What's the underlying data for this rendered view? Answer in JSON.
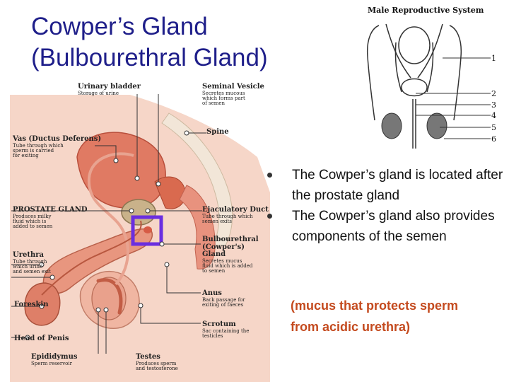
{
  "slide": {
    "title_line1": "Cowper’s Gland",
    "title_line2": "(Bulbourethral Gland)"
  },
  "diagram": {
    "labels": {
      "urinary_bladder": {
        "heading": "Urinary bladder",
        "desc": "Storage of urine"
      },
      "seminal_vesicle": {
        "heading": "Seminal Vesicle",
        "desc1": "Secretes mucous",
        "desc2": "which forms part",
        "desc3": "of semen"
      },
      "spine": {
        "heading": "Spine"
      },
      "vas_deferens": {
        "heading": "Vas (Ductus Deferens)",
        "desc1": "Tube through which",
        "desc2": "sperm is carried",
        "desc3": "for exiting"
      },
      "prostate_gland": {
        "heading": "PROSTATE GLAND",
        "desc1": "Produces milky",
        "desc2": "fluid which is",
        "desc3": "added to semen"
      },
      "ejaculatory_duct": {
        "heading": "Ejaculatory Duct",
        "desc1": "Tube through which",
        "desc2": "semen exits"
      },
      "bulbourethral": {
        "heading1": "Bulbourethral",
        "heading2": "(Cowper's) Gland",
        "desc1": "Secretes mucus",
        "desc2": "fluid which is added",
        "desc3": "to semen"
      },
      "urethra": {
        "heading": "Urethra",
        "desc1": "Tube through",
        "desc2": "which urine",
        "desc3": "and semen exit"
      },
      "anus": {
        "heading": "Anus",
        "desc1": "Back passage for",
        "desc2": "exiting of faeces"
      },
      "foreskin": {
        "heading": "Foreskin"
      },
      "scrotum": {
        "heading": "Scrotum",
        "desc1": "Sac containing the",
        "desc2": "testicles"
      },
      "head_of_penis": {
        "heading": "Head of Penis"
      },
      "epididymus": {
        "heading": "Epididymus",
        "desc": "Sperm reservoir"
      },
      "testes": {
        "heading": "Testes",
        "desc1": "Produces sperm",
        "desc2": "and testosterone"
      }
    }
  },
  "system_diagram": {
    "title": "Male Reproductive System",
    "numbers": [
      "1",
      "2",
      "3",
      "4",
      "5",
      "6"
    ]
  },
  "bullets": [
    "The Cowper’s gland is located after the prostate gland",
    "The Cowper’s gland also provides components of the semen"
  ],
  "note": "(mucus that protects sperm from acidic urethra)",
  "colors": {
    "title": "#1f1f8a",
    "note": "#c44a1e",
    "highlight_box": "#6a2ee0",
    "tissue": "#e38a78",
    "organ": "#d9624e"
  }
}
